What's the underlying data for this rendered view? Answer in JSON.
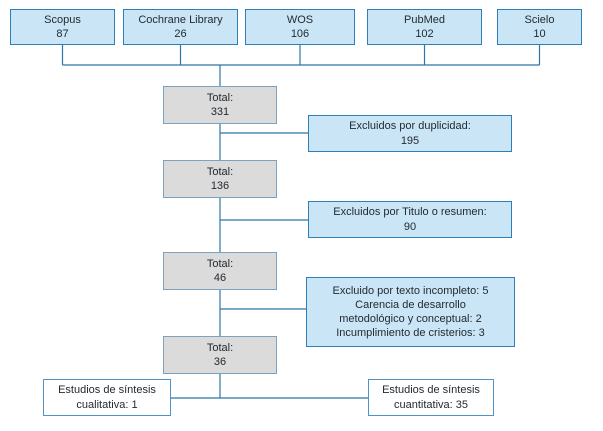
{
  "palette": {
    "box_blue_fill": "#cae6f6",
    "box_blue_border": "#2e7fb8",
    "box_gray_fill": "#dbdbdb",
    "box_gray_border": "#7ba2c0",
    "box_white_fill": "#ffffff",
    "box_white_border": "#4f93c8",
    "connector": "#2e74a8",
    "text": "#232a31"
  },
  "sources": [
    {
      "name": "Scopus",
      "count": "87"
    },
    {
      "name": "Cochrane Library",
      "count": "26"
    },
    {
      "name": "WOS",
      "count": "106"
    },
    {
      "name": "PubMed",
      "count": "102"
    },
    {
      "name": "Scielo",
      "count": "10"
    }
  ],
  "totals": [
    {
      "label": "Total:",
      "count": "331"
    },
    {
      "label": "Total:",
      "count": "136"
    },
    {
      "label": "Total:",
      "count": "46"
    },
    {
      "label": "Total:",
      "count": "36"
    }
  ],
  "exclusions": [
    {
      "lines": [
        "Excluidos por duplicidad:",
        "195"
      ]
    },
    {
      "lines": [
        "Excluidos por Titulo o resumen:",
        "90"
      ]
    },
    {
      "lines": [
        "Excluido por texto incompleto: 5",
        "Carencia de desarrollo",
        "metodológico y conceptual: 2",
        "Incumplimiento de cristerios: 3"
      ]
    }
  ],
  "outcomes": [
    {
      "lines": [
        "Estudios de síntesis",
        "cualitativa: 1"
      ]
    },
    {
      "lines": [
        "Estudios de síntesis",
        "cuantitativa: 35"
      ]
    }
  ]
}
